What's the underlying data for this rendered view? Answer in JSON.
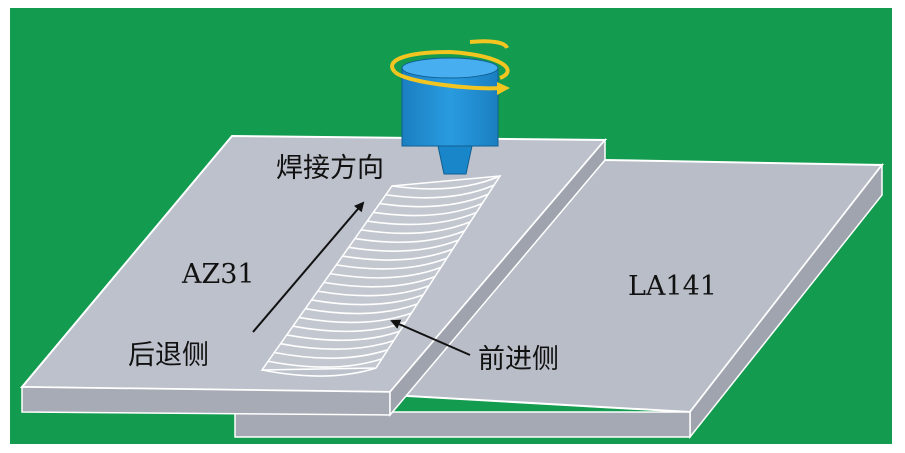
{
  "colors": {
    "background": "#139b4f",
    "plate_top": "#b7bcc6",
    "plate_side": "#9ea3ad",
    "tool_body": "#1f8fd6",
    "tool_dark": "#1878b5",
    "rotation_arrow": "#f2c521",
    "weld_line": "#ffffff",
    "text": "#111111"
  },
  "labels": {
    "welding_direction": "焊接方向",
    "left_plate": "AZ31",
    "right_plate": "LA141",
    "retreating_side": "后退侧",
    "advancing_side": "前进侧"
  },
  "icons": {
    "tool": "friction-stir-tool-icon",
    "rotation": "rotation-arrow-icon"
  }
}
